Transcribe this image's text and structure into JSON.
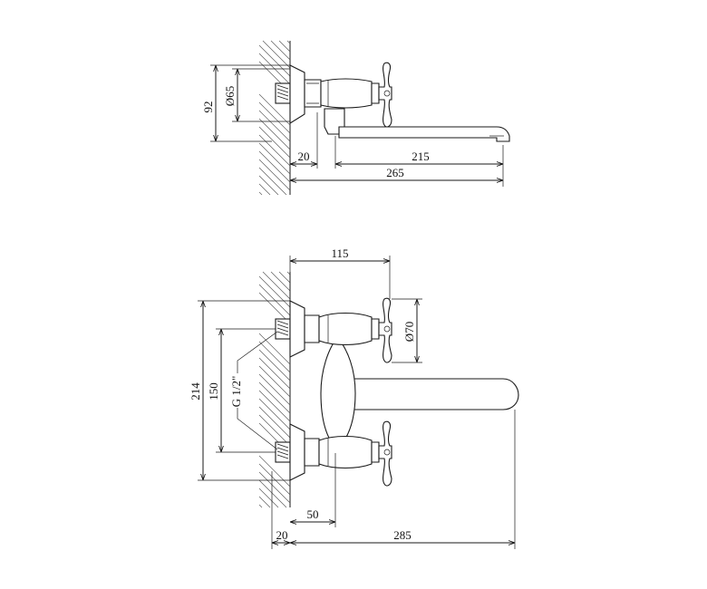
{
  "side_view": {
    "dim_height": "92",
    "dim_diameter_flange": "Ø65",
    "dim_wall_offset": "20",
    "dim_spout_reach": "215",
    "dim_total_length": "265"
  },
  "front_view": {
    "dim_handle_span": "115",
    "dim_handle_diameter": "Ø70",
    "dim_total_height": "214",
    "dim_center_distance": "150",
    "thread_label": "G 1/2\"",
    "dim_body_offset": "50",
    "dim_wall_offset": "20",
    "dim_spout_length": "285"
  }
}
